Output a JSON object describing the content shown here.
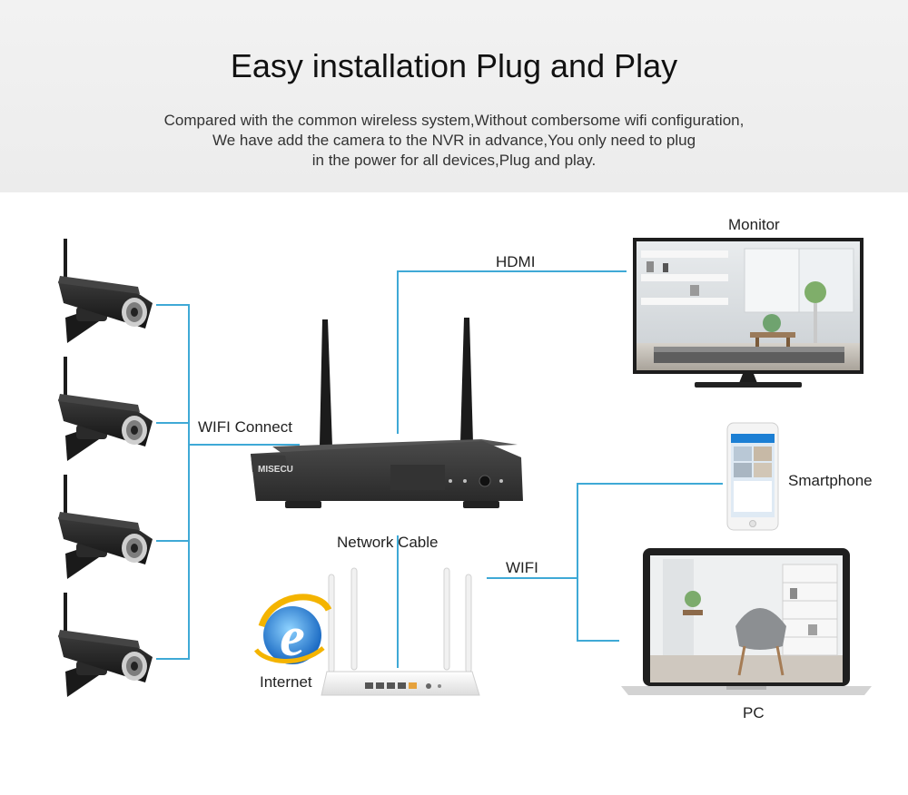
{
  "header": {
    "title": "Easy installation Plug and Play",
    "description": [
      "Compared with the common wireless system,Without combersome wifi configuration,",
      "We have add the camera to the NVR in advance,You only need to plug",
      "in the power for all devices,Plug and play."
    ]
  },
  "diagram": {
    "nvr_brand": "MISECU",
    "labels": {
      "monitor": "Monitor",
      "hdmi": "HDMI",
      "wifi_connect": "WIFI Connect",
      "smartphone": "Smartphone",
      "network_cable": "Network Cable",
      "wifi": "WIFI",
      "internet": "Internet",
      "pc": "PC"
    },
    "connector_color": "#3fa9d6",
    "camera_count": 4
  }
}
